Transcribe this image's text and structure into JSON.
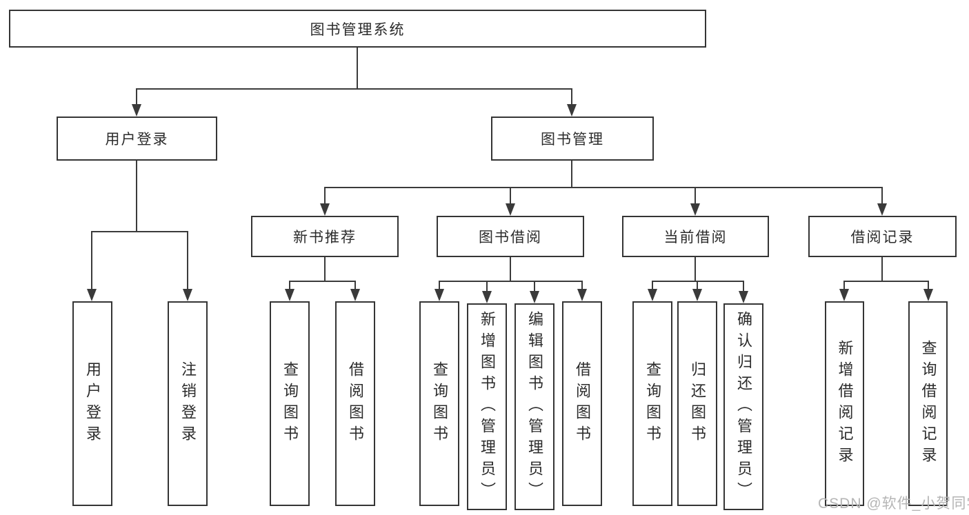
{
  "diagram": {
    "root": {
      "label": "图书管理系统"
    },
    "level2": [
      {
        "label": "用户登录"
      },
      {
        "label": "图书管理"
      }
    ],
    "level3": [
      {
        "label": "新书推荐"
      },
      {
        "label": "图书借阅"
      },
      {
        "label": "当前借阅"
      },
      {
        "label": "借阅记录"
      }
    ],
    "leaves": {
      "user_login": [
        "用户登录",
        "注销登录"
      ],
      "new_book_recommend": [
        "查询图书",
        "借阅图书"
      ],
      "book_borrow": [
        "查询图书",
        "新增图书（管理员）",
        "编辑图书（管理员）",
        "借阅图书"
      ],
      "current_borrow": [
        "查询图书",
        "归还图书",
        "确认归还（管理员）"
      ],
      "borrow_records": [
        "新增借阅记录",
        "查询借阅记录"
      ]
    }
  },
  "watermark": {
    "text": "CSDN @软件_小贺同学",
    "color": "#b5b5b5"
  },
  "colors": {
    "line": "#3a3a3a",
    "box_border": "#343434",
    "text": "#2b2b2b",
    "background": "#ffffff"
  }
}
